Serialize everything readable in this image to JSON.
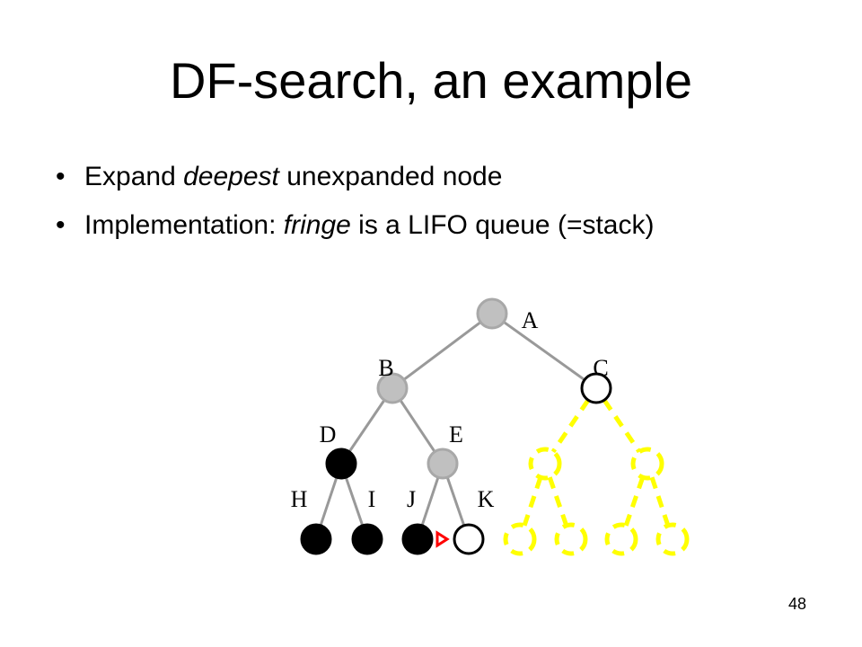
{
  "slide": {
    "title": "DF-search, an example",
    "bullets": [
      {
        "before": "Expand ",
        "em": "deepest",
        "after": " unexpanded node"
      },
      {
        "before": "Implementation: ",
        "em": "fringe",
        "after": " is a LIFO queue (=stack)"
      }
    ],
    "page_number": "48"
  },
  "tree": {
    "colors": {
      "expanded": "#c0c0c0",
      "visited": "#000000",
      "fringe": "#ffffff",
      "unexplored": "#ffff00",
      "edge": "#999999",
      "marker": "#ff0000"
    },
    "nodes": [
      {
        "id": "A",
        "label": "A",
        "state": "expanded"
      },
      {
        "id": "B",
        "label": "B",
        "state": "expanded"
      },
      {
        "id": "C",
        "label": "C",
        "state": "fringe"
      },
      {
        "id": "D",
        "label": "D",
        "state": "visited"
      },
      {
        "id": "E",
        "label": "E",
        "state": "expanded"
      },
      {
        "id": "H",
        "label": "H",
        "state": "visited"
      },
      {
        "id": "I",
        "label": "I",
        "state": "visited"
      },
      {
        "id": "J",
        "label": "J",
        "state": "visited"
      },
      {
        "id": "K",
        "label": "K",
        "state": "fringe"
      }
    ],
    "edges": [
      [
        "A",
        "B"
      ],
      [
        "A",
        "C"
      ],
      [
        "B",
        "D"
      ],
      [
        "B",
        "E"
      ],
      [
        "D",
        "H"
      ],
      [
        "D",
        "I"
      ],
      [
        "E",
        "J"
      ],
      [
        "E",
        "K"
      ]
    ],
    "current_node": "J"
  }
}
